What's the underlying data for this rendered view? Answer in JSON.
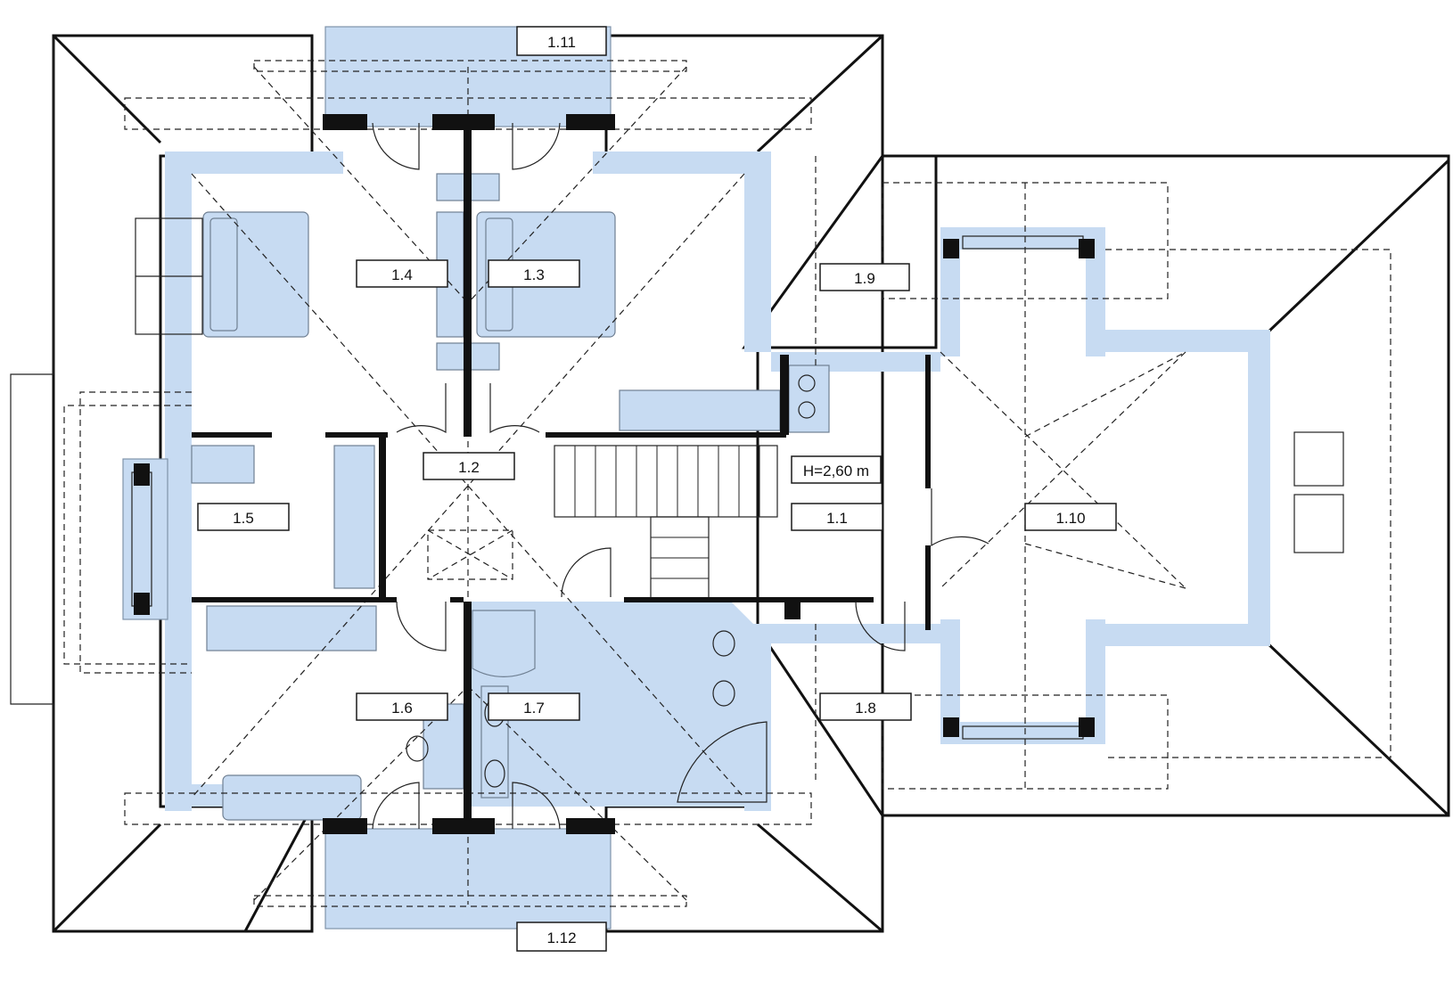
{
  "rooms": {
    "r1_1": "1.1",
    "r1_2": "1.2",
    "r1_3": "1.3",
    "r1_4": "1.4",
    "r1_5": "1.5",
    "r1_6": "1.6",
    "r1_7": "1.7",
    "r1_8": "1.8",
    "r1_9": "1.9",
    "r1_10": "1.10",
    "r1_11": "1.11",
    "r1_12": "1.12"
  },
  "annotations": {
    "height": "H=2,60 m"
  },
  "colors": {
    "fill_blue": "#c7dbf2",
    "wall": "#111111"
  }
}
